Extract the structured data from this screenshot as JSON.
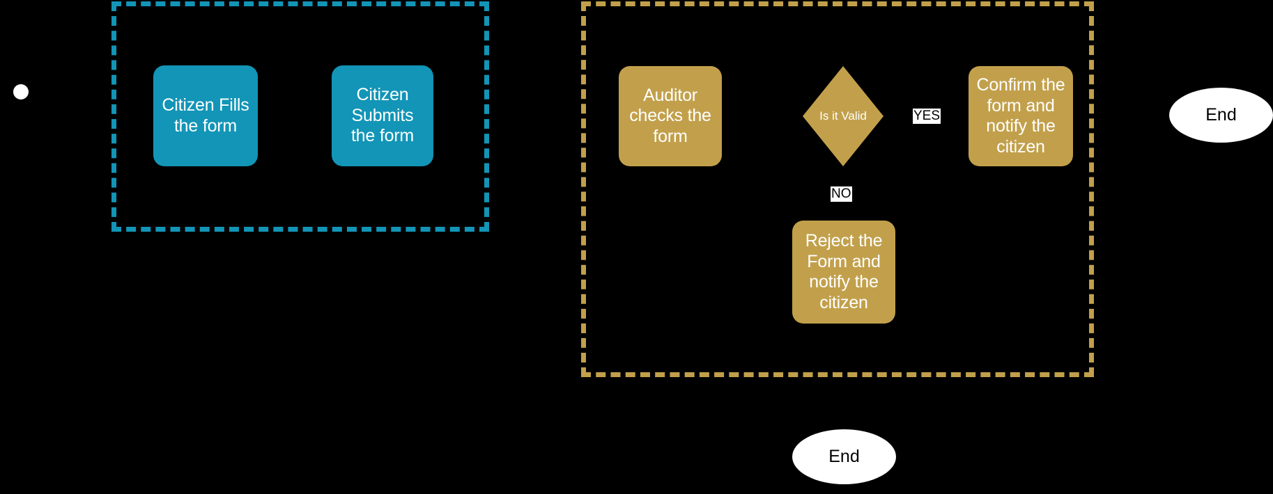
{
  "diagram": {
    "type": "flowchart",
    "background_color": "#000000",
    "lanes": [
      {
        "id": "citizen",
        "border_color": "#1295B7",
        "border_style": "dashed"
      },
      {
        "id": "auditor",
        "border_color": "#C2A04B",
        "border_style": "dashed"
      }
    ],
    "nodes": {
      "start": {
        "shape": "circle",
        "label": "",
        "color": "#FFFFFF"
      },
      "citizen_fills": {
        "shape": "rounded-rect",
        "label": "Citizen Fills the form",
        "color": "#1295B7"
      },
      "citizen_submits": {
        "shape": "rounded-rect",
        "label": "Citizen Submits the form",
        "color": "#1295B7"
      },
      "auditor_checks": {
        "shape": "rounded-rect",
        "label": "Auditor checks the form",
        "color": "#C2A04B"
      },
      "is_valid": {
        "shape": "diamond",
        "label": "Is it Valid",
        "color": "#C2A04B"
      },
      "confirm_form": {
        "shape": "rounded-rect",
        "label": "Confirm the form and notify the citizen",
        "color": "#C2A04B"
      },
      "reject_form": {
        "shape": "rounded-rect",
        "label": "Reject the Form and notify the citizen",
        "color": "#C2A04B"
      },
      "end_right": {
        "shape": "ellipse",
        "label": "End",
        "color": "#FFFFFF"
      },
      "end_bottom": {
        "shape": "ellipse",
        "label": "End",
        "color": "#FFFFFF"
      }
    },
    "edge_labels": {
      "yes": "YES",
      "no": "NO"
    }
  }
}
